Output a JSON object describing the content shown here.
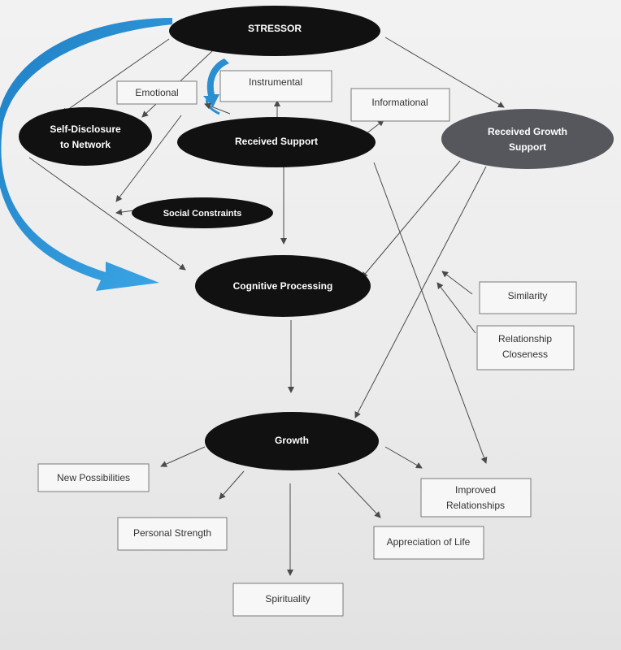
{
  "colors": {
    "oval_fill": "#111111",
    "oval_growth_support_fill": "#55575c",
    "box_stroke": "#7a7a7a",
    "box_fill": "#f7f7f7",
    "curve_blue": "#2a8fd0",
    "arrow": "#4a4a4a"
  },
  "nodes": {
    "stressor": "STRESSOR",
    "self_disclosure": [
      "Self-Disclosure",
      "to Network"
    ],
    "received_support": "Received Support",
    "received_growth_support": [
      "Received Growth",
      "Support"
    ],
    "social_constraints": "Social Constraints",
    "cognitive_processing": "Cognitive Processing",
    "growth": "Growth"
  },
  "support_types": {
    "emotional": "Emotional",
    "instrumental": "Instrumental",
    "informational": "Informational"
  },
  "moderators": {
    "similarity": "Similarity",
    "relationship_closeness": [
      "Relationship",
      "Closeness"
    ]
  },
  "outcomes": {
    "new_possibilities": "New Possibilities",
    "personal_strength": "Personal Strength",
    "spirituality": "Spirituality",
    "appreciation_of_life": "Appreciation of Life",
    "improved_relationships": [
      "Improved",
      "Relationships"
    ]
  }
}
